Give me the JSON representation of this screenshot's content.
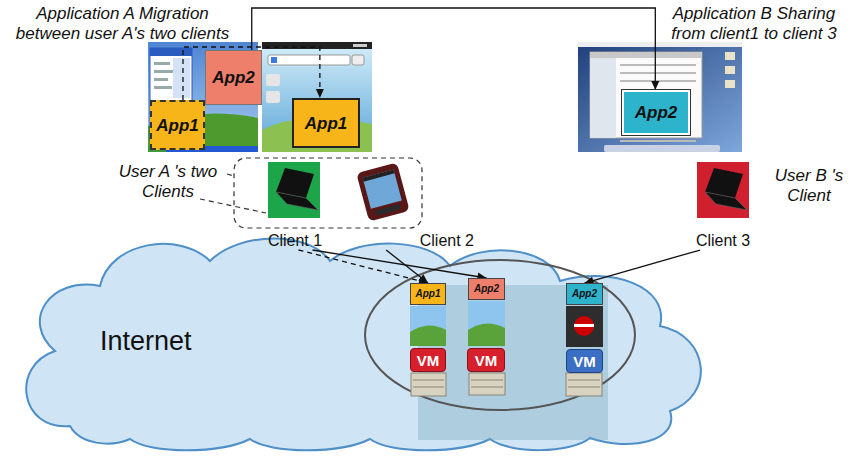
{
  "diagram": {
    "nodes": [
      {
        "text": [
          "App1"
        ]
      },
      {
        "text": [
          "App2"
        ]
      },
      {
        "text": [
          "App1"
        ]
      },
      {
        "text": [
          "App2"
        ]
      },
      {
        "text": [
          "Client 1"
        ]
      },
      {
        "text": [
          "Client 2"
        ]
      },
      {
        "text": [
          "Client 3"
        ]
      },
      {
        "text": [
          "Internet"
        ]
      },
      {
        "text": [
          "App1"
        ],
        "in": 7
      },
      {
        "text": [
          "App2"
        ],
        "in": 7
      },
      {
        "text": [
          "App2"
        ],
        "in": 7
      },
      {
        "text": [
          "VM"
        ],
        "in": 7
      },
      {
        "text": [
          "VM"
        ],
        "in": 7
      },
      {
        "text": [
          "VM"
        ],
        "in": 7
      }
    ],
    "edges": [
      {
        "from": 0,
        "to": 2,
        "arrow": "to"
      },
      {
        "from": 1,
        "to": 3,
        "arrow": "to"
      },
      {
        "from": 4,
        "to": 8,
        "arrow": "to"
      },
      {
        "from": 4,
        "to": 9,
        "arrow": "to"
      },
      {
        "from": 5,
        "to": 8,
        "arrow": "to"
      },
      {
        "from": 6,
        "to": 10,
        "arrow": "to"
      }
    ],
    "labels": [
      "Application A Migration between user A's two clients",
      "Application B Sharing from client1 to client 3",
      "User A 's two Clients",
      "User B 's Client"
    ]
  }
}
